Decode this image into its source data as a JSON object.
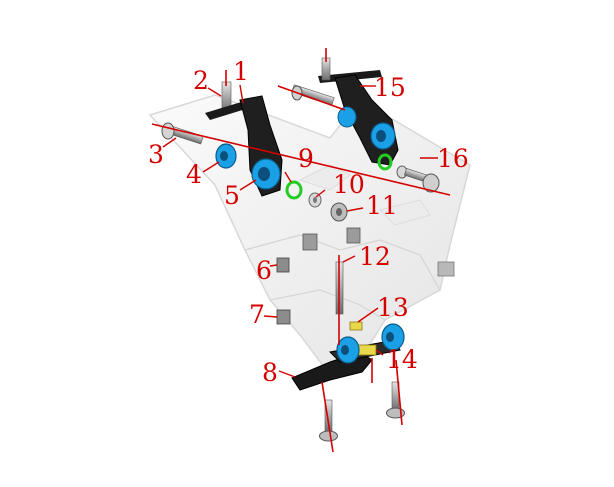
{
  "diagram": {
    "callouts": [
      {
        "id": "c1",
        "label": "1"
      },
      {
        "id": "c2",
        "label": "2"
      },
      {
        "id": "c3",
        "label": "3"
      },
      {
        "id": "c4",
        "label": "4"
      },
      {
        "id": "c5",
        "label": "5"
      },
      {
        "id": "c6",
        "label": "6"
      },
      {
        "id": "c7",
        "label": "7"
      },
      {
        "id": "c8",
        "label": "8"
      },
      {
        "id": "c9",
        "label": "9"
      },
      {
        "id": "c10",
        "label": "10"
      },
      {
        "id": "c11",
        "label": "11"
      },
      {
        "id": "c12",
        "label": "12"
      },
      {
        "id": "c13",
        "label": "13"
      },
      {
        "id": "c14",
        "label": "14"
      },
      {
        "id": "c15",
        "label": "15"
      },
      {
        "id": "c16",
        "label": "16"
      }
    ],
    "colors": {
      "callout": "#d40000",
      "bushing": "#1aa0e6",
      "oring": "#22cc22",
      "bracket": "#1a1a1a",
      "frame": "#f2f2f2",
      "hardware": "#9a9a9a",
      "spring": "#e8d84a"
    }
  }
}
